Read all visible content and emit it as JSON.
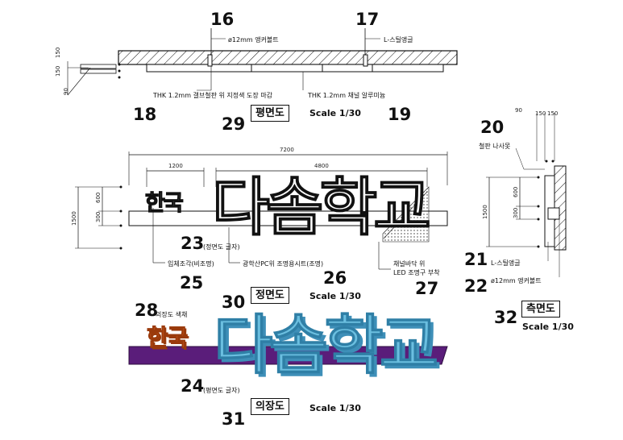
{
  "callouts": {
    "n16": "16",
    "n17": "17",
    "n18": "18",
    "n19": "19",
    "n20": "20",
    "n21": "21",
    "n22": "22",
    "n23": "23",
    "n24": "24",
    "n25": "25",
    "n26": "26",
    "n27": "27",
    "n28": "28",
    "n29": "29",
    "n30": "30",
    "n31": "31",
    "n32": "32"
  },
  "plan": {
    "anchor_bolt": "ø12mm 앵커볼트",
    "steel_angle": "L-스틸앵글",
    "galvanized_note": "THK 1.2mm 갤브철판 위 지정색 도장 마감",
    "channel_note": "THK 1.2mm 채널 알루미늄",
    "dim_90": "90",
    "dim_150a": "150",
    "dim_150b": "150",
    "title": "평면도",
    "scale": "Scale 1/30"
  },
  "elevation": {
    "dim_total": "7200",
    "dim_left": "1200",
    "dim_right": "4800",
    "dim_h_total": "1500",
    "dim_600": "600",
    "dim_300": "300",
    "sign_small": "한국",
    "sign_large": "다솜학교",
    "n23_note": "(정면도 글자)",
    "label_25": "입체조각(비조명)",
    "label_26": "광학산PC위 조명용시트(조명)",
    "label_27a": "채널바닥 위",
    "label_27b": "LED 조명구 부착",
    "title": "정면도",
    "scale": "Scale 1/30"
  },
  "side": {
    "steel_screw": "철판 나사못",
    "dim_90": "90",
    "dim_150a": "150",
    "dim_150b": "150",
    "dim_1500": "1500",
    "dim_600": "600",
    "dim_300": "300",
    "steel_angle": "L-스틸앵글",
    "anchor_bolt": "ø12mm 앵커볼트",
    "title": "측면도",
    "scale": "Scale 1/30"
  },
  "design": {
    "n28_note": "의장도 색채",
    "n24_note": "(평면도 글자)",
    "sign_small": "한국",
    "sign_large": "다솜학교",
    "title": "의장도",
    "scale": "Scale 1/30",
    "colors": {
      "band": "#5a1d7a",
      "small_text": "#e0621e",
      "large_text": "#6bbfe0",
      "large_shadow": "#3e8fb8"
    }
  }
}
